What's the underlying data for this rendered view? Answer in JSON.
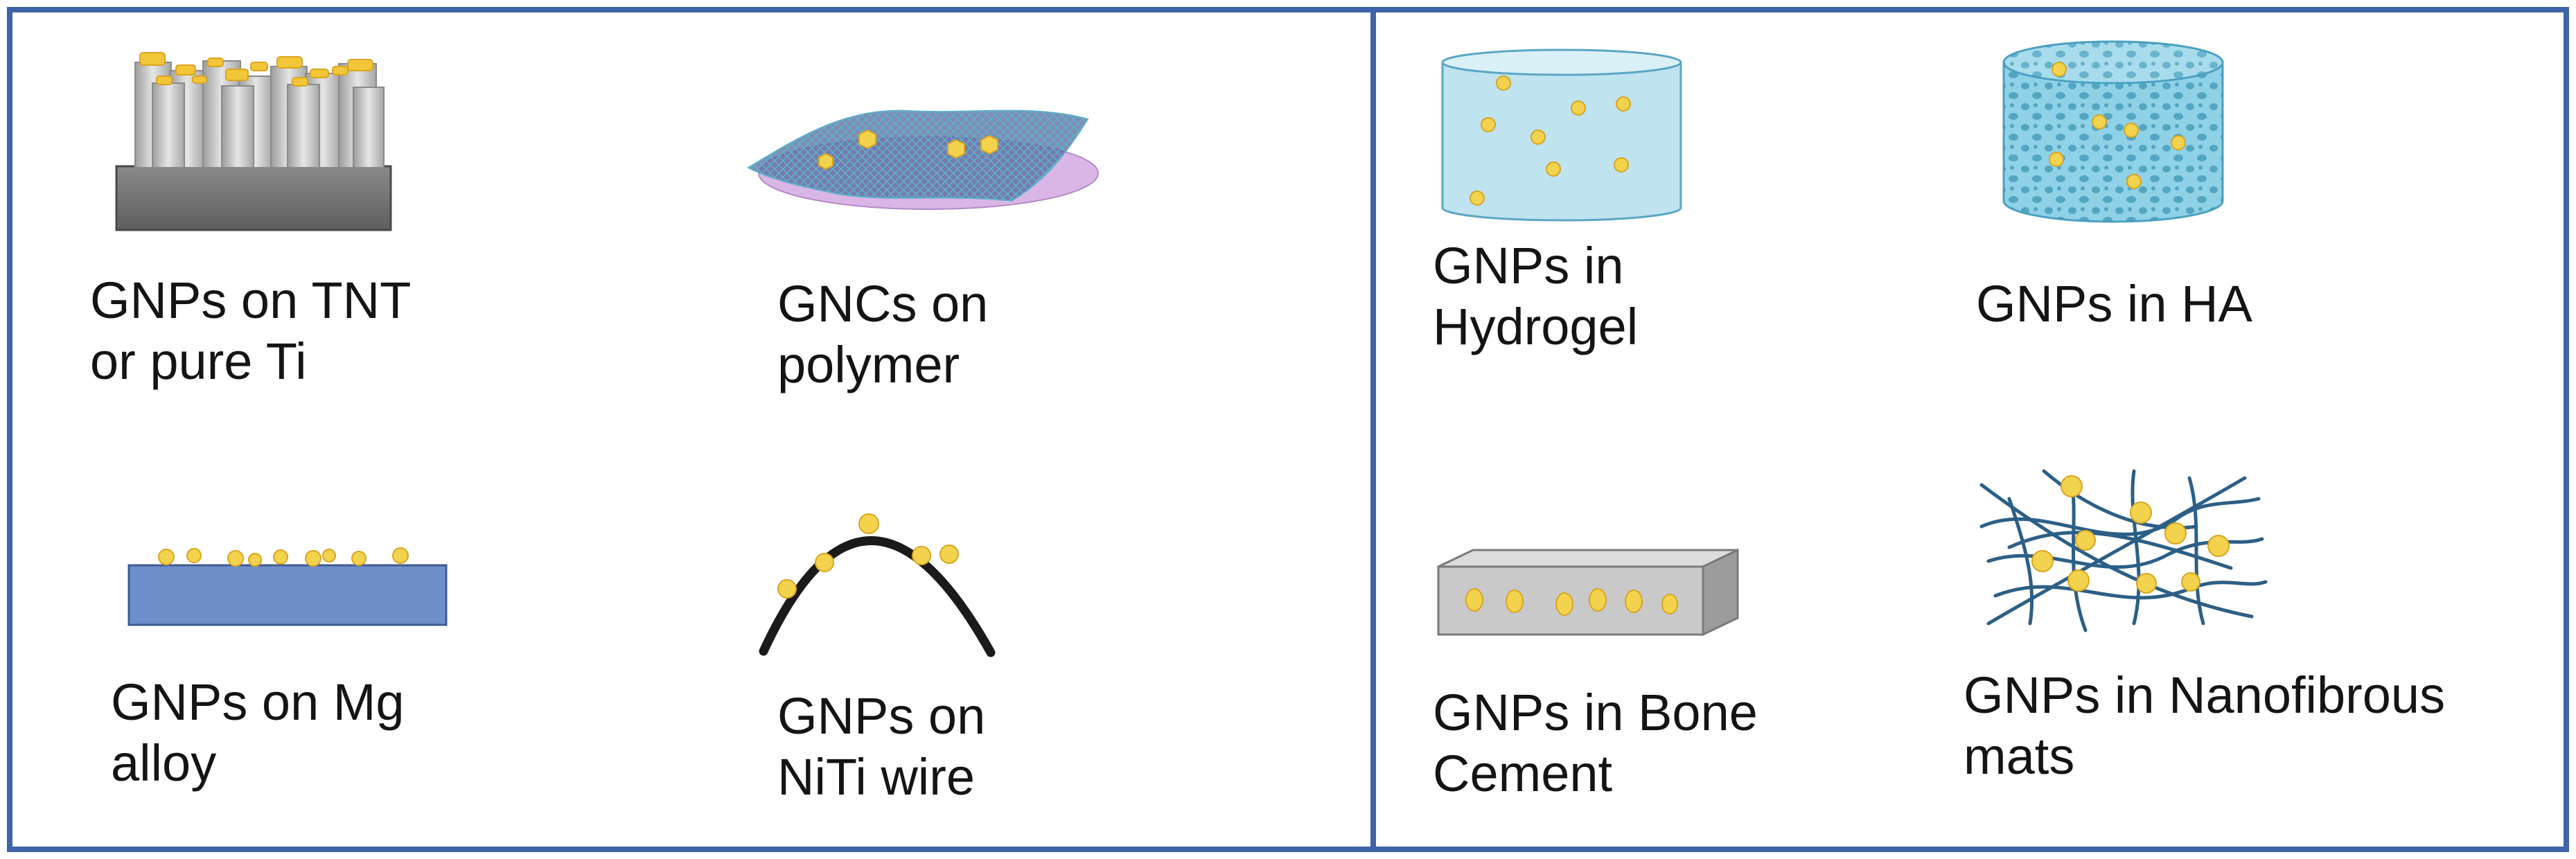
{
  "captions": {
    "tnt": {
      "line1": "GNPs on TNT",
      "line2": "or pure Ti"
    },
    "polymer": {
      "line1": "GNCs on",
      "line2": "polymer"
    },
    "mg": {
      "line1": "GNPs on Mg",
      "line2": "alloy"
    },
    "niti": {
      "line1": "GNPs on",
      "line2": "NiTi wire"
    },
    "hydrogel": {
      "line1": "GNPs in",
      "line2": "Hydrogel"
    },
    "ha": {
      "line1": "GNPs in HA"
    },
    "cement": {
      "line1": "GNPs in Bone",
      "line2": "Cement"
    },
    "nanofiber": {
      "line1": "GNPs in Nanofibrous",
      "line2": "mats"
    }
  },
  "colors": {
    "frame": "#3e63a8",
    "gold": "#f3d34e",
    "substrate_gray": "#6e6e6e",
    "mg_blue": "#6e8fca",
    "hydrogel_blue": "#bfe3ef",
    "ha_blue": "#8fd1e6",
    "cement_gray": "#c9c9c9",
    "fiber_blue": "#2c5f86",
    "wire": "#1a1a1a"
  }
}
